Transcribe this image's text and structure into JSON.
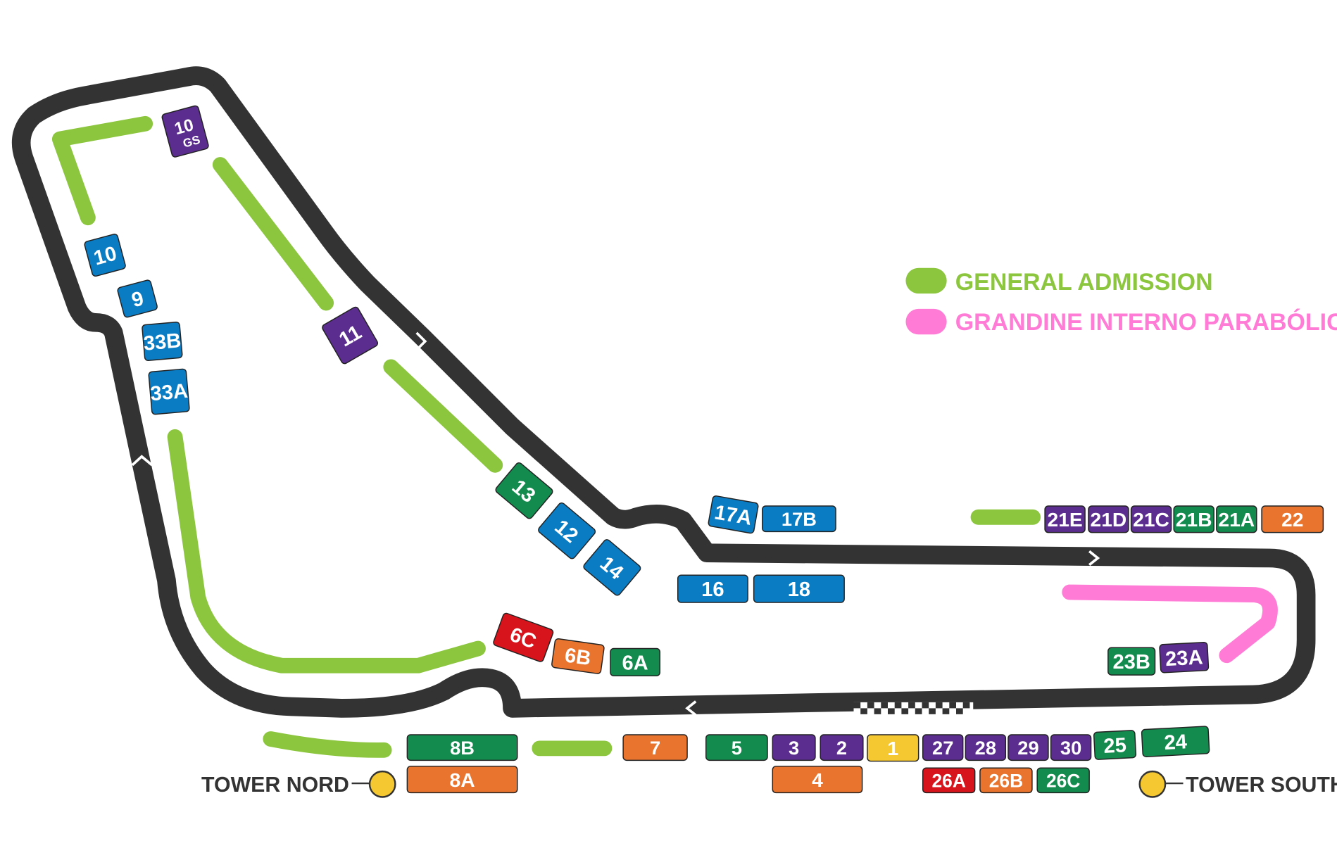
{
  "colors": {
    "track": "#333333",
    "general_admission": "#8cc63f",
    "grandine": "#ff7bd5",
    "blue": "#0a7cc4",
    "purple": "#5b2d8e",
    "green": "#138a4e",
    "orange": "#e8742e",
    "red": "#d7141b",
    "yellow": "#f5c730"
  },
  "legend": {
    "general_admission": "GENERAL ADMISSION",
    "grandine": "GRANDINE INTERNO PARABÓLICA"
  },
  "towers": {
    "nord": "TOWER NORD",
    "south": "TOWER SOUTH"
  },
  "seats": [
    {
      "id": "s10gs",
      "label": "10",
      "sub": "GS",
      "color": "purple"
    },
    {
      "id": "s10",
      "label": "10",
      "color": "blue"
    },
    {
      "id": "s9",
      "label": "9",
      "color": "blue"
    },
    {
      "id": "s33b",
      "label": "33B",
      "color": "blue"
    },
    {
      "id": "s33a",
      "label": "33A",
      "color": "blue"
    },
    {
      "id": "s11",
      "label": "11",
      "color": "purple"
    },
    {
      "id": "s13",
      "label": "13",
      "color": "green"
    },
    {
      "id": "s12",
      "label": "12",
      "color": "blue"
    },
    {
      "id": "s14",
      "label": "14",
      "color": "blue"
    },
    {
      "id": "s17a",
      "label": "17A",
      "color": "blue"
    },
    {
      "id": "s17b",
      "label": "17B",
      "color": "blue"
    },
    {
      "id": "s16",
      "label": "16",
      "color": "blue"
    },
    {
      "id": "s18",
      "label": "18",
      "color": "blue"
    },
    {
      "id": "s21e",
      "label": "21E",
      "color": "purple"
    },
    {
      "id": "s21d",
      "label": "21D",
      "color": "purple"
    },
    {
      "id": "s21c",
      "label": "21C",
      "color": "purple"
    },
    {
      "id": "s21b",
      "label": "21B",
      "color": "green"
    },
    {
      "id": "s21a",
      "label": "21A",
      "color": "green"
    },
    {
      "id": "s22",
      "label": "22",
      "color": "orange"
    },
    {
      "id": "s23b",
      "label": "23B",
      "color": "green"
    },
    {
      "id": "s23a",
      "label": "23A",
      "color": "purple"
    },
    {
      "id": "s6c",
      "label": "6C",
      "color": "red"
    },
    {
      "id": "s6b",
      "label": "6B",
      "color": "orange"
    },
    {
      "id": "s6a",
      "label": "6A",
      "color": "green"
    },
    {
      "id": "s8b",
      "label": "8B",
      "color": "green"
    },
    {
      "id": "s8a",
      "label": "8A",
      "color": "orange"
    },
    {
      "id": "s7",
      "label": "7",
      "color": "orange"
    },
    {
      "id": "s5",
      "label": "5",
      "color": "green"
    },
    {
      "id": "s3",
      "label": "3",
      "color": "purple"
    },
    {
      "id": "s2",
      "label": "2",
      "color": "purple"
    },
    {
      "id": "s1",
      "label": "1",
      "color": "yellow"
    },
    {
      "id": "s27",
      "label": "27",
      "color": "purple"
    },
    {
      "id": "s28",
      "label": "28",
      "color": "purple"
    },
    {
      "id": "s29",
      "label": "29",
      "color": "purple"
    },
    {
      "id": "s30",
      "label": "30",
      "color": "purple"
    },
    {
      "id": "s25",
      "label": "25",
      "color": "green"
    },
    {
      "id": "s24",
      "label": "24",
      "color": "green"
    },
    {
      "id": "s4",
      "label": "4",
      "color": "orange"
    },
    {
      "id": "s26a",
      "label": "26A",
      "color": "red"
    },
    {
      "id": "s26b",
      "label": "26B",
      "color": "orange"
    },
    {
      "id": "s26c",
      "label": "26C",
      "color": "green"
    }
  ]
}
